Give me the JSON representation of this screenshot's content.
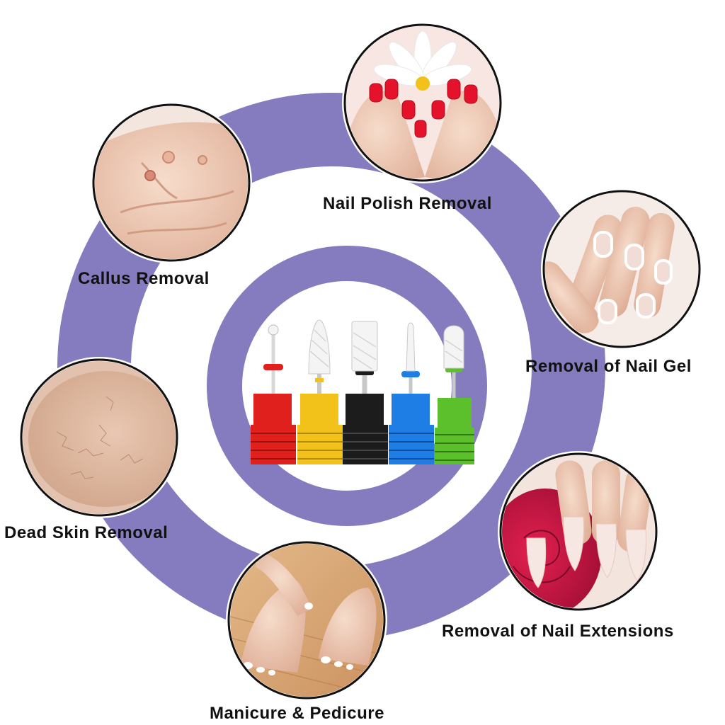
{
  "colors": {
    "ring": "#857bbf",
    "circle_border": "#111111",
    "bit_red": "#e0201c",
    "bit_yellow": "#f2c21a",
    "bit_black": "#1c1c1c",
    "bit_blue": "#1f7ee6",
    "bit_green": "#5cc02c",
    "ceramic": "#f4f4f4"
  },
  "labels": {
    "nail_polish": "Nail Polish Removal",
    "callus": "Callus Removal",
    "nail_gel": "Removal of Nail Gel",
    "dead_skin": "Dead Skin Removal",
    "extensions": "Removal of Nail Extensions",
    "mani_pedi": "Manicure & Pedicure"
  },
  "photos": {
    "nail_polish": "red-polished-nails-with-daisy-photo",
    "callus": "palm-with-calluses-photo",
    "nail_gel": "french-manicure-nails-photo",
    "dead_skin": "cracked-heel-skin-photo",
    "extensions": "long-nude-nails-with-rose-photo",
    "mani_pedi": "manicured-feet-on-wood-photo"
  },
  "product": {
    "icon": "nail-drill-bits-set-icon",
    "bits": [
      "red",
      "yellow",
      "black",
      "blue",
      "green"
    ]
  }
}
